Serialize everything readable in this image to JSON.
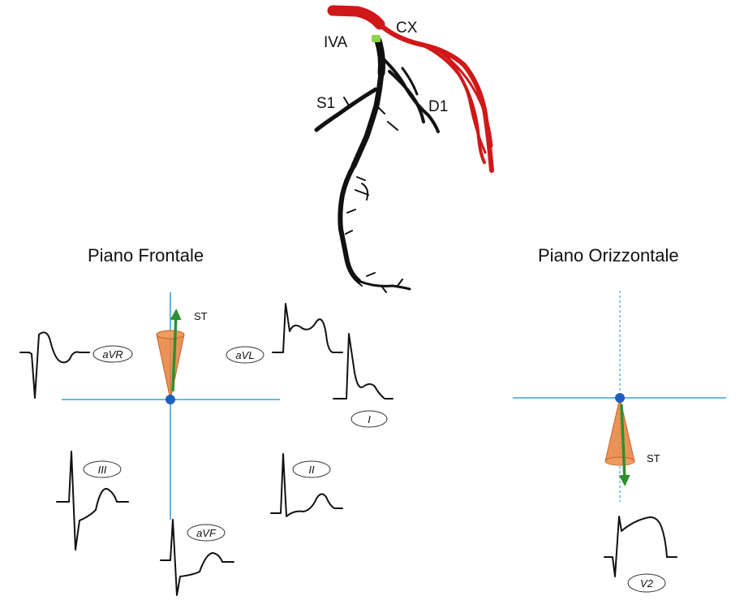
{
  "coronary_tree": {
    "labels": [
      "CX",
      "IVA",
      "S1",
      "D1"
    ],
    "colors": {
      "iva_branch": "#111111",
      "cx_branch": "#d01818",
      "occlusion_marker": "#8fd14f"
    }
  },
  "frontal_plane": {
    "title": "Piano Frontale",
    "st_label": "ST",
    "st_direction": "up",
    "leads": [
      "aVR",
      "aVL",
      "I",
      "III",
      "II",
      "aVF"
    ]
  },
  "horizontal_plane": {
    "title": "Piano Orizzontale",
    "st_label": "ST",
    "st_direction": "down",
    "leads": [
      "V2"
    ]
  },
  "colors": {
    "axis": "#3ca0e0",
    "origin": "#1f5fbf",
    "cone": "#e8803a",
    "st_vector": "#2f8f2f"
  }
}
